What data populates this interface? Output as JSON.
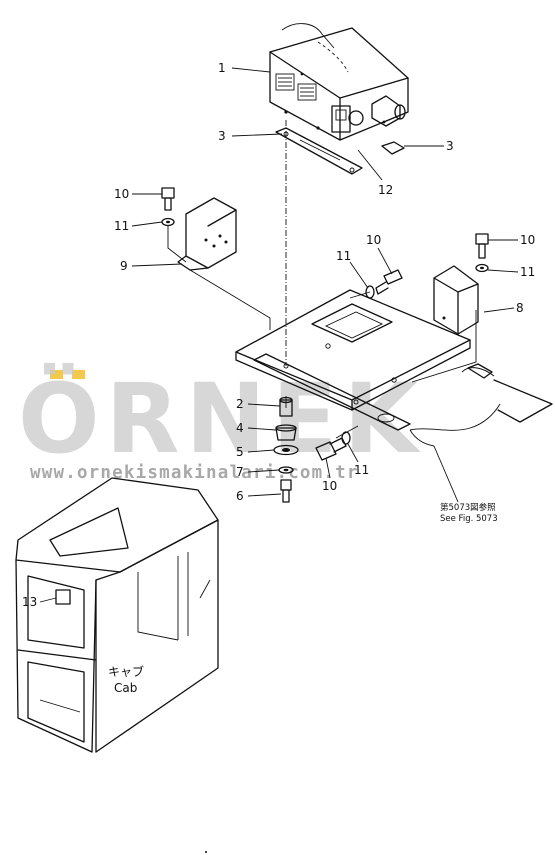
{
  "watermark": {
    "brand": "ÖRNEK",
    "url": "www.ornekismakinalari.com.tr",
    "brand_color": "#c9c9c9",
    "accent_color": "#f2c94c"
  },
  "callouts": {
    "c1": "1",
    "c2": "2",
    "c3a": "3",
    "c3b": "3",
    "c4": "4",
    "c5": "5",
    "c6": "6",
    "c7": "7",
    "c8": "8",
    "c9": "9",
    "c10a": "10",
    "c10b": "10",
    "c10c": "10",
    "c10d": "10",
    "c11a": "11",
    "c11b": "11",
    "c11c": "11",
    "c11d": "11",
    "c12": "12",
    "c13": "13"
  },
  "cab_label": {
    "jp": "キャブ",
    "en": "Cab"
  },
  "reference": {
    "jp": "第5073図参照",
    "en": "See Fig. 5073"
  }
}
